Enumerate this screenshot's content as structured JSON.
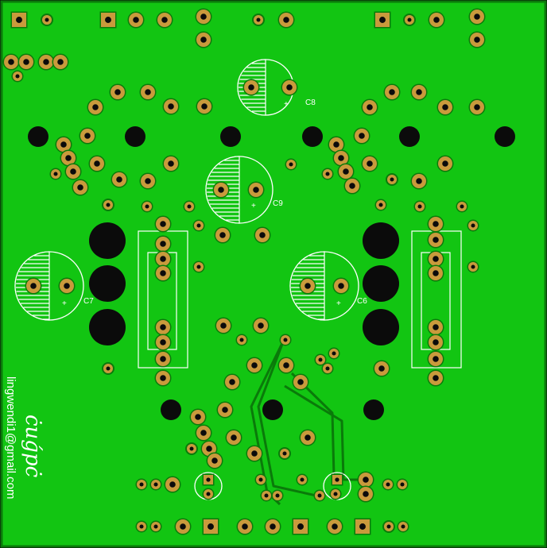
{
  "board": {
    "copper_color": "#12c512",
    "copper_edge": "#0a7a0a",
    "pad_color": "#c99a3c",
    "hole_color": "#0b0b0b",
    "silk_color": "#ffffff",
    "trace_color": "#0a7a0a"
  },
  "capacitors": [
    {
      "ref": "C8",
      "plus": "+"
    },
    {
      "ref": "C9",
      "plus": "+"
    },
    {
      "ref": "C7",
      "plus": "+"
    },
    {
      "ref": "C6",
      "plus": "+"
    }
  ],
  "credit": {
    "email": "lingwendi1@gmail.com",
    "signature": "ċuǵpċ"
  }
}
